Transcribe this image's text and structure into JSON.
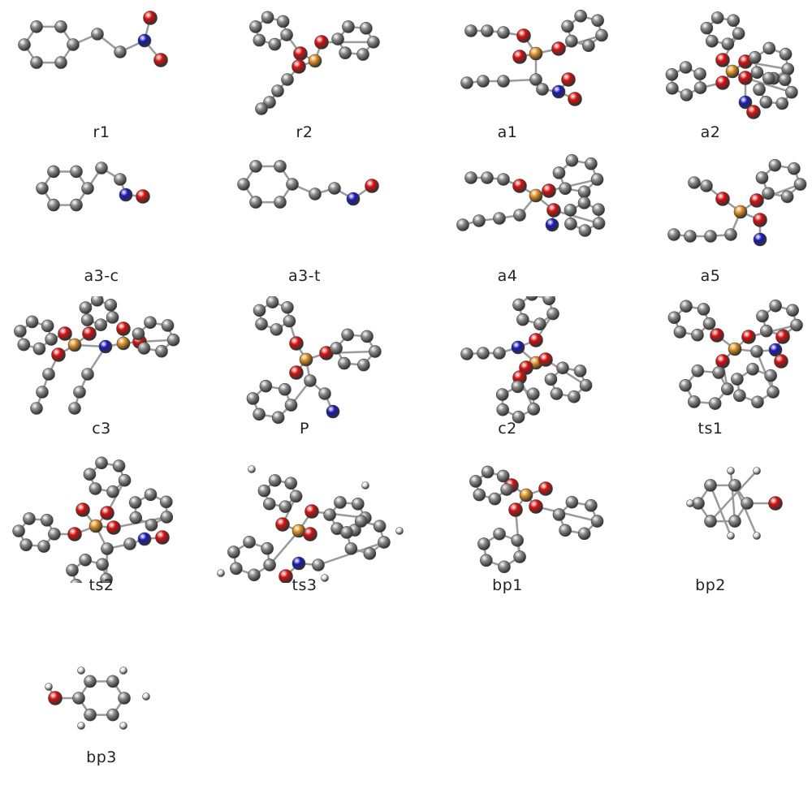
{
  "colors": {
    "carbon": "#8c8c8c",
    "oxygen": "#d61010",
    "nitrogen": "#1a1ab8",
    "phosphorus": "#e0901f",
    "hydrogen": "#e6e6e6",
    "bond": "#9a9a9a"
  },
  "structures": [
    {
      "label": "r1"
    },
    {
      "label": "r2"
    },
    {
      "label": "a1"
    },
    {
      "label": "a2"
    },
    {
      "label": "a3-c"
    },
    {
      "label": "a3-t"
    },
    {
      "label": "a4"
    },
    {
      "label": "a5"
    },
    {
      "label": "c3"
    },
    {
      "label": "P"
    },
    {
      "label": "c2"
    },
    {
      "label": "ts1"
    },
    {
      "label": "ts2"
    },
    {
      "label": "ts3"
    },
    {
      "label": "bp1"
    },
    {
      "label": "bp2"
    },
    {
      "label": "bp3"
    }
  ]
}
